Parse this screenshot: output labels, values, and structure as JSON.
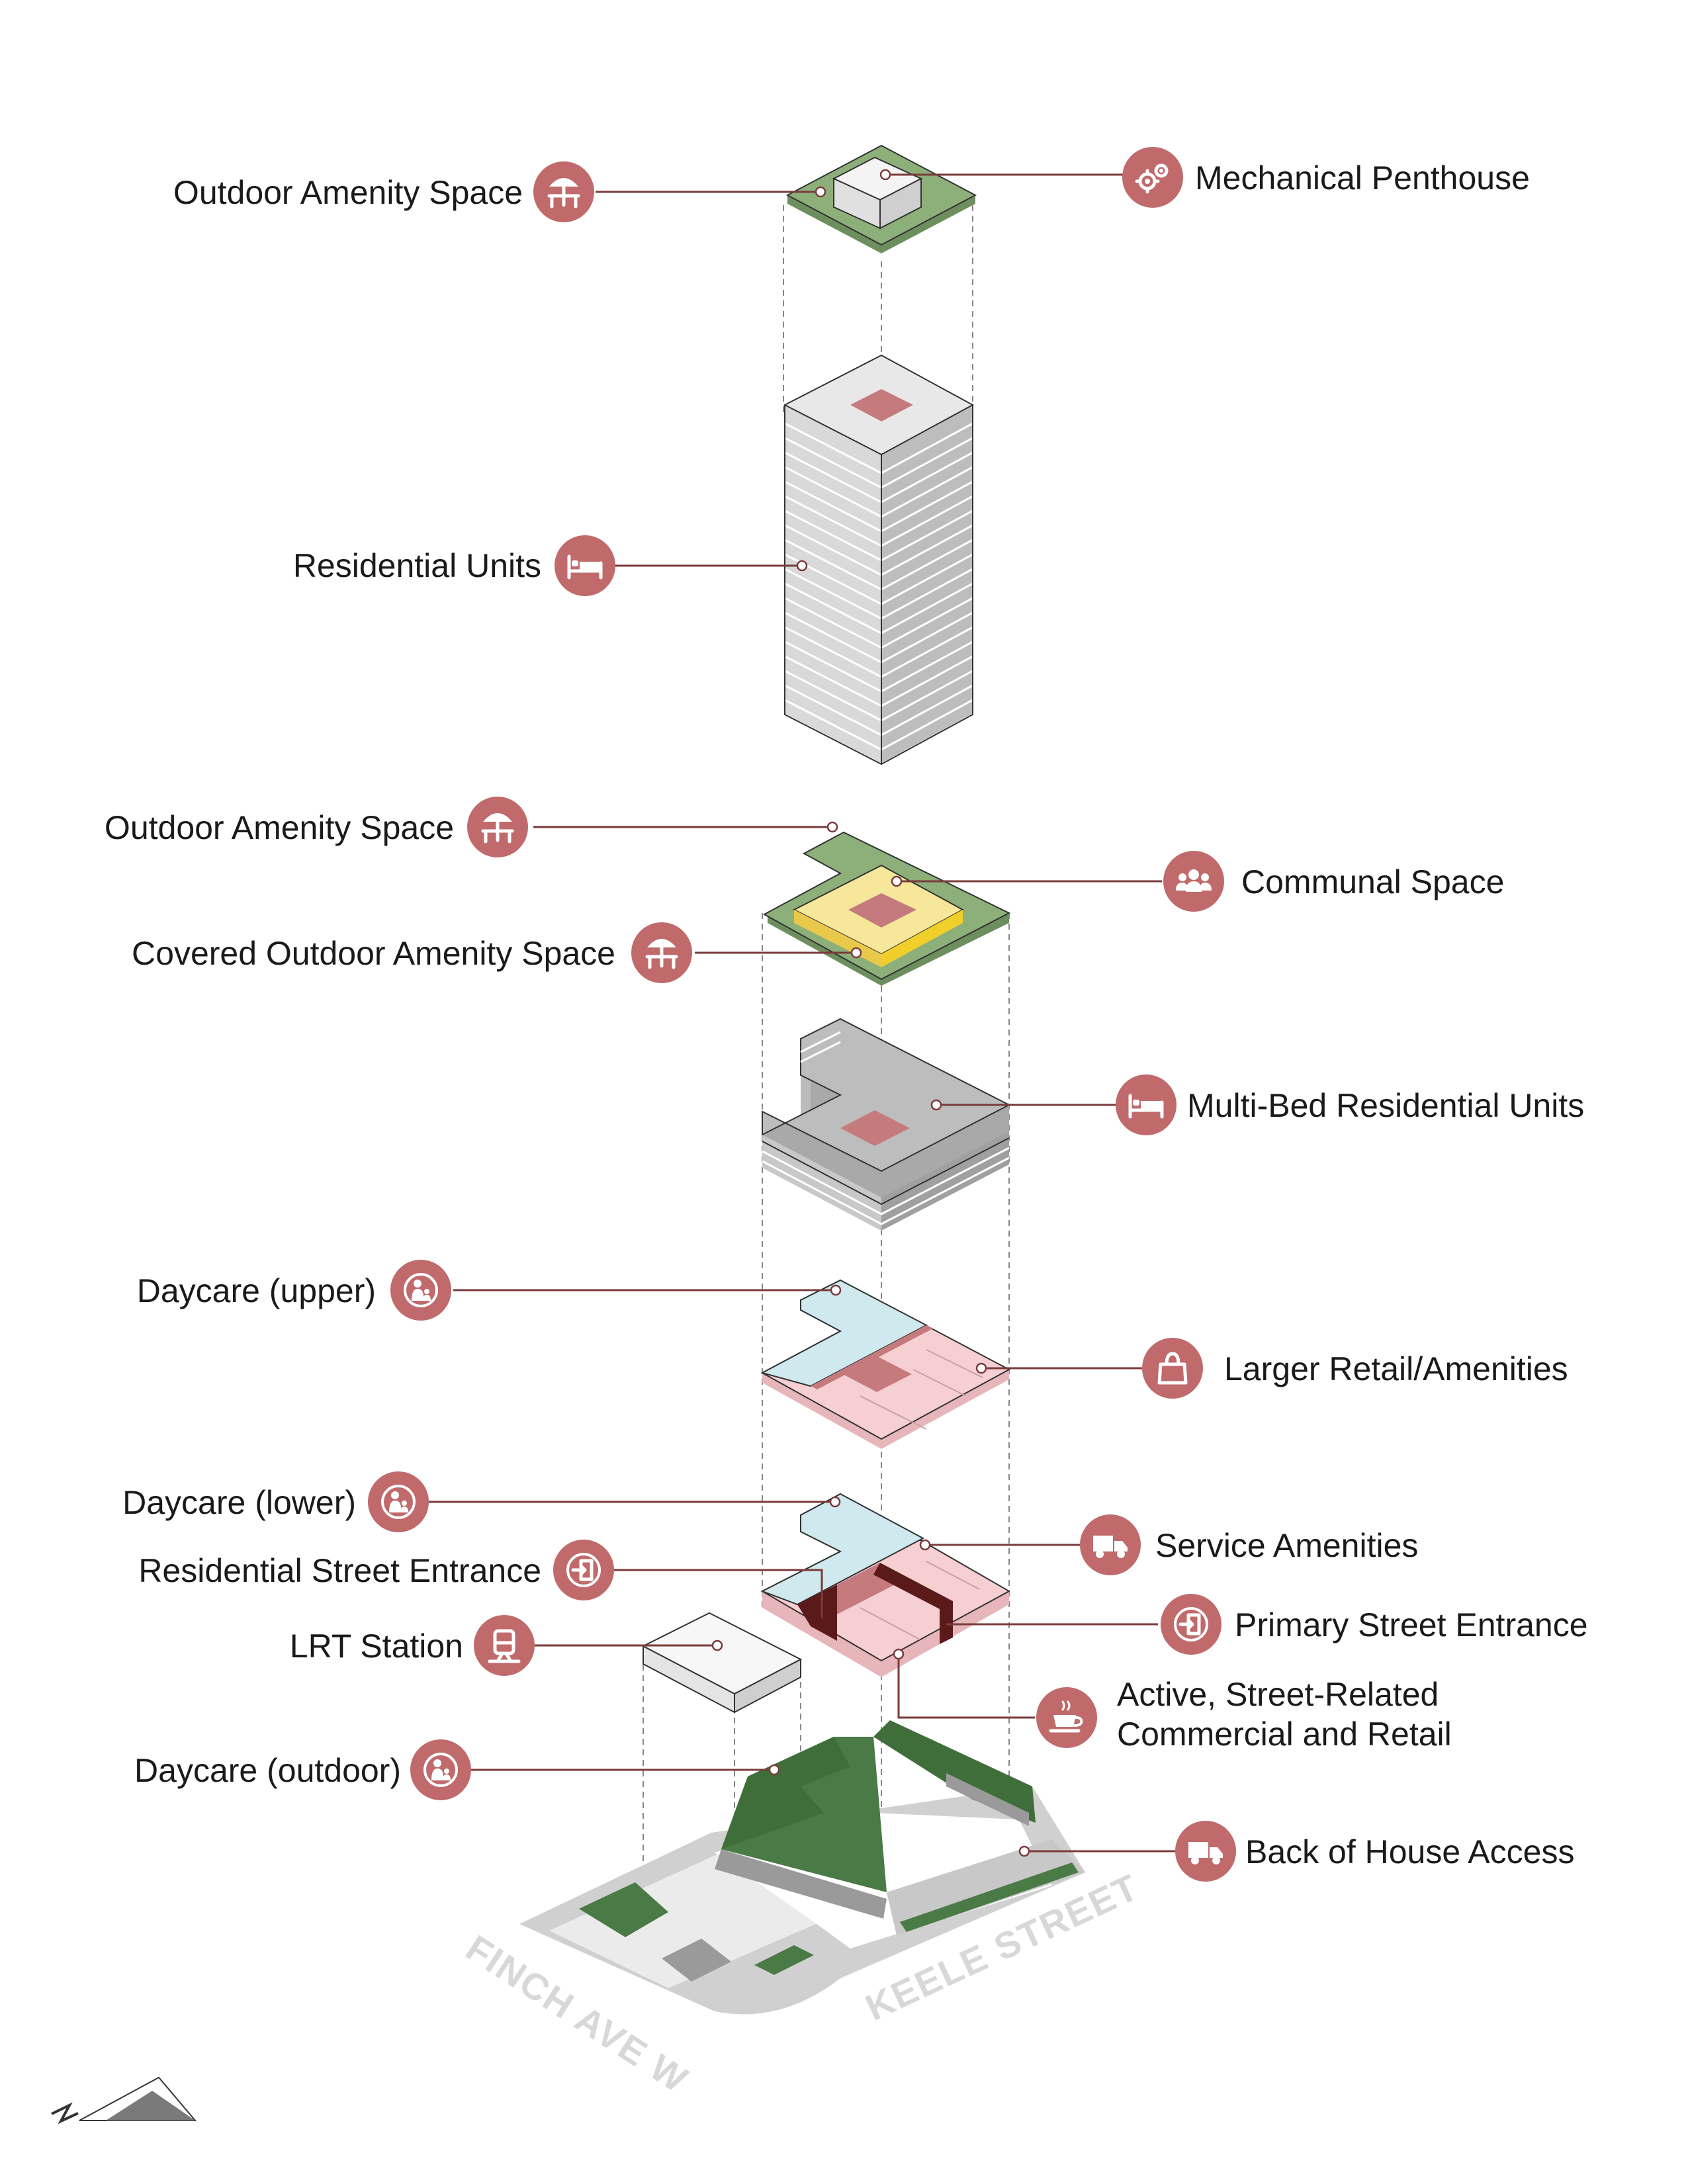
{
  "labels": {
    "outdoor_amenity_top": "Outdoor Amenity Space",
    "mechanical_penthouse": "Mechanical Penthouse",
    "residential_units": "Residential Units",
    "outdoor_amenity_mid": "Outdoor Amenity Space",
    "communal_space": "Communal Space",
    "covered_outdoor_amenity": "Covered Outdoor Amenity Space",
    "multi_bed_units": "Multi-Bed Residential Units",
    "daycare_upper": "Daycare (upper)",
    "larger_retail": "Larger Retail/Amenities",
    "daycare_lower": "Daycare (lower)",
    "service_amenities": "Service Amenities",
    "residential_street_entrance": "Residential Street Entrance",
    "primary_street_entrance": "Primary Street Entrance",
    "lrt_station": "LRT Station",
    "active_commercial_line1": "Active, Street-Related",
    "active_commercial_line2": "Commercial and Retail",
    "daycare_outdoor": "Daycare (outdoor)",
    "back_of_house": "Back of House Access"
  },
  "streets": {
    "finch": "FINCH AVE W",
    "keele": "KEELE STREET"
  },
  "icons": {
    "outdoor_amenity_top": "umbrella-table-icon",
    "mechanical_penthouse": "gears-icon",
    "residential_units": "bed-icon",
    "outdoor_amenity_mid": "umbrella-table-icon",
    "communal_space": "people-icon",
    "covered_outdoor_amenity": "umbrella-table-icon",
    "multi_bed_units": "bed-icon",
    "daycare_upper": "parent-child-icon",
    "larger_retail": "shopping-bag-icon",
    "daycare_lower": "parent-child-icon",
    "service_amenities": "truck-icon",
    "residential_street_entrance": "door-entrance-icon",
    "primary_street_entrance": "door-entrance-icon",
    "lrt_station": "train-icon",
    "active_commercial": "coffee-cup-icon",
    "daycare_outdoor": "parent-child-icon",
    "back_of_house": "truck-icon",
    "north_arrow": "north-arrow-icon"
  },
  "colors": {
    "icon_accent": "#c06a6c",
    "leader": "#7a3b3b",
    "green_roof": "#8db07a",
    "green_ground": "#4a7a45",
    "tower_gray": "#bdbdbd",
    "yellow_pavilion": "#f7e79a",
    "daycare_blue": "#cfe9ee",
    "retail_pink": "#f6cfd3",
    "core_red": "#c57b7e",
    "entrance_dark": "#5a1a1a"
  }
}
